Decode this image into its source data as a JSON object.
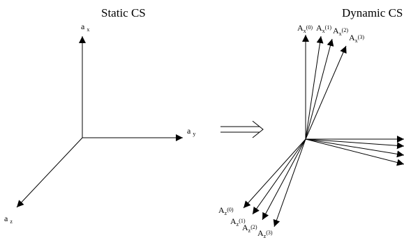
{
  "static_cs": {
    "title": "Static CS",
    "axes": [
      {
        "main": "a",
        "sub": "x"
      },
      {
        "main": "a",
        "sub": "y"
      },
      {
        "main": "a",
        "sub": "z"
      }
    ]
  },
  "dynamic_cs": {
    "title": "Dynamic CS",
    "x_labels": [
      {
        "main": "A",
        "sub": "x",
        "idx": "(0)"
      },
      {
        "main": "A",
        "sub": "x",
        "idx": "(1)"
      },
      {
        "main": "A",
        "sub": "x",
        "idx": "(2)"
      },
      {
        "main": "A",
        "sub": "x",
        "idx": "(3)"
      }
    ],
    "z_labels": [
      {
        "main": "A",
        "sub": "z",
        "idx": "(0)"
      },
      {
        "main": "A",
        "sub": "z",
        "idx": "(1)"
      },
      {
        "main": "A",
        "sub": "z",
        "idx": "(2)"
      },
      {
        "main": "A",
        "sub": "z",
        "idx": "(3)"
      }
    ]
  },
  "transition": {
    "type": "double-arrow"
  }
}
